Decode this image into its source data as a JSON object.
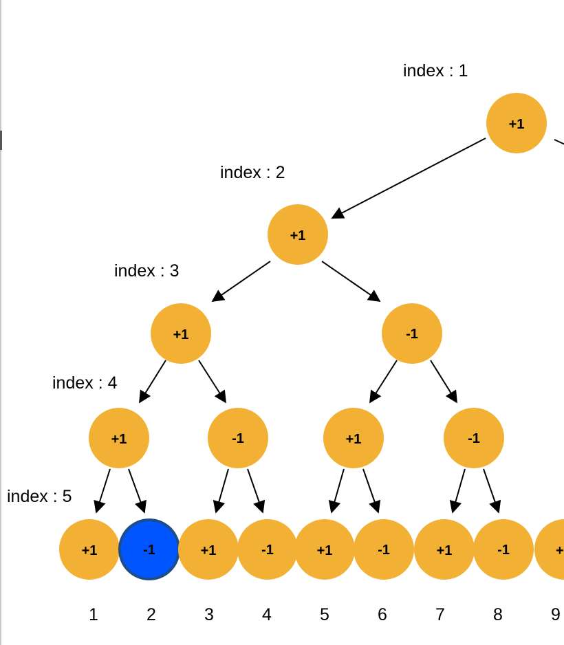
{
  "level_labels": [
    "index : 1",
    "index : 2",
    "index : 3",
    "index : 4",
    "index : 5"
  ],
  "tree": {
    "level1": [
      "+1"
    ],
    "level2": [
      "+1"
    ],
    "level3": [
      "+1",
      "-1"
    ],
    "level4": [
      "+1",
      "-1",
      "+1",
      "-1"
    ],
    "level5": [
      "+1",
      "-1",
      "+1",
      "-1",
      "+1",
      "-1",
      "+1",
      "-1",
      "+"
    ]
  },
  "positions": [
    "1",
    "2",
    "3",
    "4",
    "5",
    "6",
    "7",
    "8",
    "9"
  ],
  "colors": {
    "node": "#F2B134",
    "highlight": "#0055FF",
    "highlight_border": "#1D4E89",
    "text": "#000000",
    "arrow": "#000000"
  },
  "highlighted_leaf": "2"
}
